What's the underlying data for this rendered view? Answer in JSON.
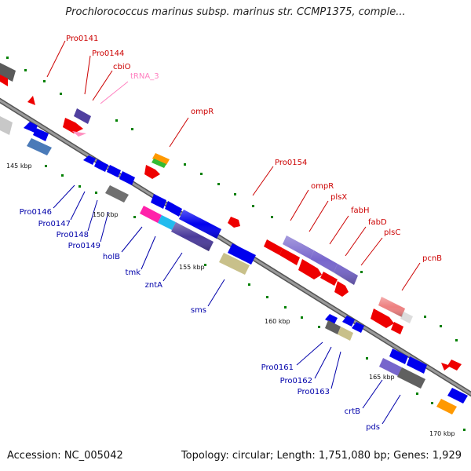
{
  "title": "Prochlorococcus marinus subsp. marinus str. CCMP1375, comple...",
  "footer": {
    "accession": "Accession: NC_005042",
    "summary": "Topology: circular; Length: 1,751,080 bp; Genes: 1,929"
  },
  "colors": {
    "forward_label": "#cc0000",
    "reverse_label": "#0000aa",
    "trna_label": "#ff80c0",
    "backbone": "#808080",
    "tick": "#008000"
  },
  "scale_labels": [
    "145 kbp",
    "150 kbp",
    "155 kbp",
    "160 kbp",
    "165 kbp",
    "170 kbp"
  ],
  "forward_genes": [
    "Pro0141",
    "Pro0144",
    "cbiO",
    "tRNA_3",
    "ompR",
    "Pro0154",
    "ompR",
    "plsX",
    "fabH",
    "fabD",
    "plsC",
    "pcnB"
  ],
  "reverse_genes": [
    "Pro0146",
    "Pro0147",
    "Pro0148",
    "Pro0149",
    "holB",
    "tmk",
    "zntA",
    "sms",
    "Pro0161",
    "Pro0162",
    "Pro0163",
    "crtB",
    "pds"
  ]
}
